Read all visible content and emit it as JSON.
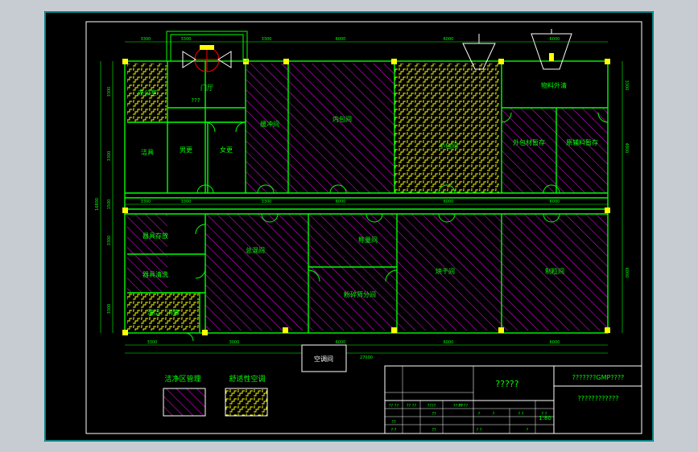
{
  "drawing": {
    "rooms": {
      "office": "办公室",
      "lobby": "门厅",
      "door_sign": "???",
      "tools": "洁具",
      "male_changing": "男更",
      "female_changing": "女更",
      "buffer": "缓冲间",
      "inner_packing": "内包间",
      "small_packing": "小包间",
      "outer_material_storage": "外包材暂存",
      "inner_material_storage": "原辅料暂存",
      "shipping": "物料外清",
      "tool_wash": "器具清洗",
      "tool_storage": "器具存放",
      "cleaning_disinfect": "清洁、消毒",
      "mixing": "总混间",
      "weighing": "称量间",
      "crushing": "粉碎筛分间",
      "drying": "烘干间",
      "granulation": "制粒间",
      "ac_room": "空调间"
    },
    "dims": {
      "top": [
        "3300",
        "3300",
        "3300",
        "6000",
        "6000",
        "6000"
      ],
      "corridor": [
        "3300",
        "3300",
        "3300",
        "6000",
        "6000",
        "6000"
      ],
      "bottom": [
        "3300",
        "3000",
        "6000",
        "6000",
        "6000"
      ],
      "total": "27000",
      "left": [
        "3300",
        "3300",
        "1500",
        "3300",
        "3300"
      ],
      "left_total": "16800",
      "right": [
        "3300",
        "4800",
        "6000"
      ]
    },
    "legend": {
      "clean_area": "洁净区管理",
      "comfort_ac": "舒适性空调"
    },
    "title_block": {
      "title": "?????",
      "project": "???????GMP????",
      "drawing_name": "????????????",
      "scale": "1:80",
      "small": [
        "?? ??",
        "????",
        "?? ??",
        "?? ??",
        "?? ??",
        "??",
        "??",
        "?",
        "?",
        "? ?",
        "? ?",
        "? ?",
        "? ?",
        "?",
        "??"
      ]
    }
  }
}
